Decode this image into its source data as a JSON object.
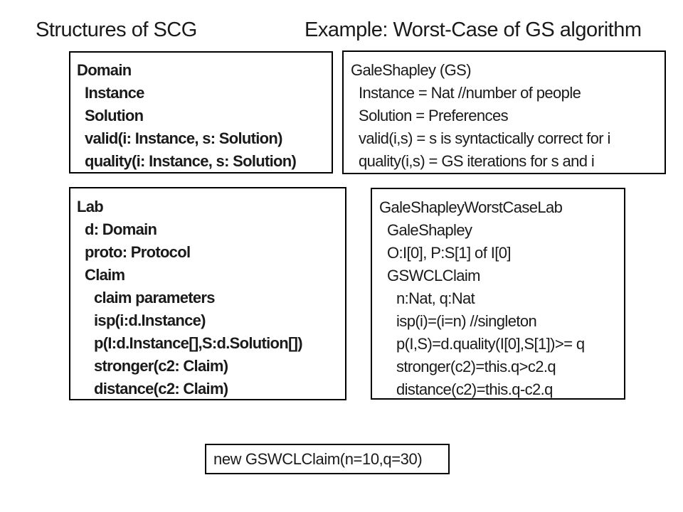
{
  "colors": {
    "background": "#ffffff",
    "text": "#1a1a1a",
    "border": "#000000"
  },
  "titles": {
    "left": "Structures of SCG",
    "right": "Example: Worst-Case of GS algorithm"
  },
  "boxes": {
    "domain": {
      "lines": [
        {
          "text": "Domain"
        },
        {
          "text": "Instance"
        },
        {
          "text": "Solution"
        },
        {
          "text": "valid(i: Instance, s: Solution)"
        },
        {
          "text": "quality(i: Instance, s: Solution)"
        }
      ]
    },
    "gale_shapley": {
      "lines": [
        {
          "text": "GaleShapley (GS)"
        },
        {
          "text": "Instance = Nat //number of people"
        },
        {
          "text": "Solution = Preferences"
        },
        {
          "text": "valid(i,s) = s is syntactically correct for i"
        },
        {
          "text": "quality(i,s) = GS iterations for s and i"
        }
      ]
    },
    "lab": {
      "lines": [
        {
          "text": "Lab"
        },
        {
          "text": "d: Domain"
        },
        {
          "text": "proto: Protocol"
        },
        {
          "text": "Claim"
        },
        {
          "text": "claim parameters"
        },
        {
          "text": "isp(i:d.Instance)"
        },
        {
          "text": "p(I:d.Instance[],S:d.Solution[])"
        },
        {
          "text": "stronger(c2: Claim)"
        },
        {
          "text": "distance(c2: Claim)"
        }
      ]
    },
    "worst_case_lab": {
      "lines": [
        {
          "text": "GaleShapleyWorstCaseLab"
        },
        {
          "text": "GaleShapley"
        },
        {
          "text": "O:I[0], P:S[1] of I[0]"
        },
        {
          "text": "GSWCLClaim"
        },
        {
          "text": "n:Nat, q:Nat"
        },
        {
          "text": "isp(i)=(i=n) //singleton"
        },
        {
          "text": "p(I,S)=d.quality(I[0],S[1])>= q"
        },
        {
          "text": "stronger(c2)=this.q>c2.q"
        },
        {
          "text": "distance(c2)=this.q-c2.q"
        }
      ]
    }
  },
  "footer": {
    "text": "new GSWCLClaim(n=10,q=30)"
  }
}
